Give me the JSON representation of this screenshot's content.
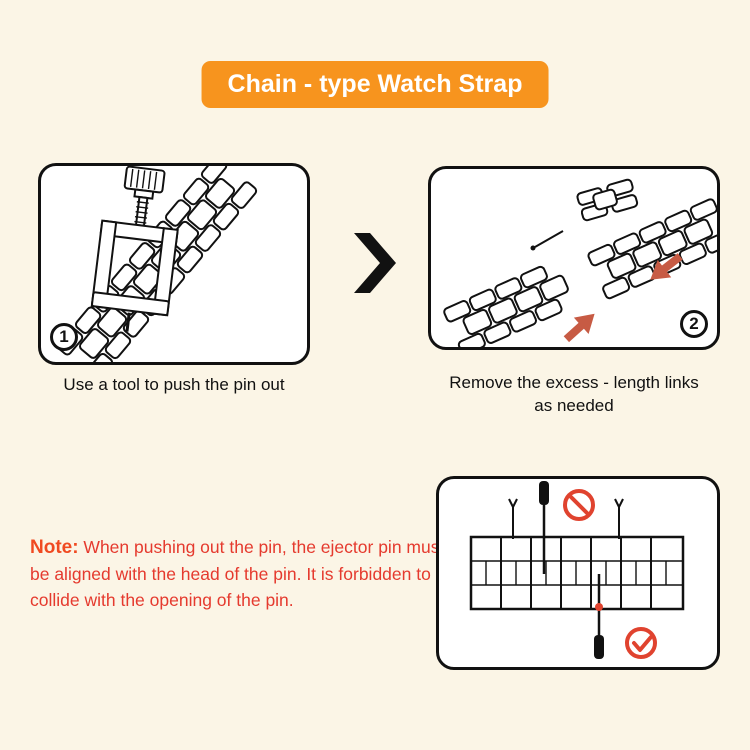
{
  "page": {
    "title": "Chain - type Watch Strap"
  },
  "steps": {
    "step1": {
      "number": "1",
      "caption": "Use a tool to push the pin out"
    },
    "step2": {
      "number": "2",
      "caption_line1": "Remove the excess - length links",
      "caption_line2": "as needed"
    }
  },
  "note": {
    "label": "Note:",
    "text": " When pushing out the pin, the ejector pin must be aligned with the head of the pin. It is forbidden to collide with the opening of the pin."
  },
  "icons": {
    "between_panels": "chevron-right-icon",
    "wrong_action": "prohibition-icon",
    "correct_action": "checkmark-icon",
    "link_direction": "red-arrow-icon"
  },
  "colors": {
    "background": "#FBF5E6",
    "banner_bg": "#F7941E",
    "banner_text": "#FFFFFF",
    "note_label": "#F04A21",
    "note_text": "#E53A2E",
    "accent_red": "#C75B44",
    "icon_red": "#E0432F",
    "line": "#111111",
    "panel_bg": "#FFFFFF"
  }
}
